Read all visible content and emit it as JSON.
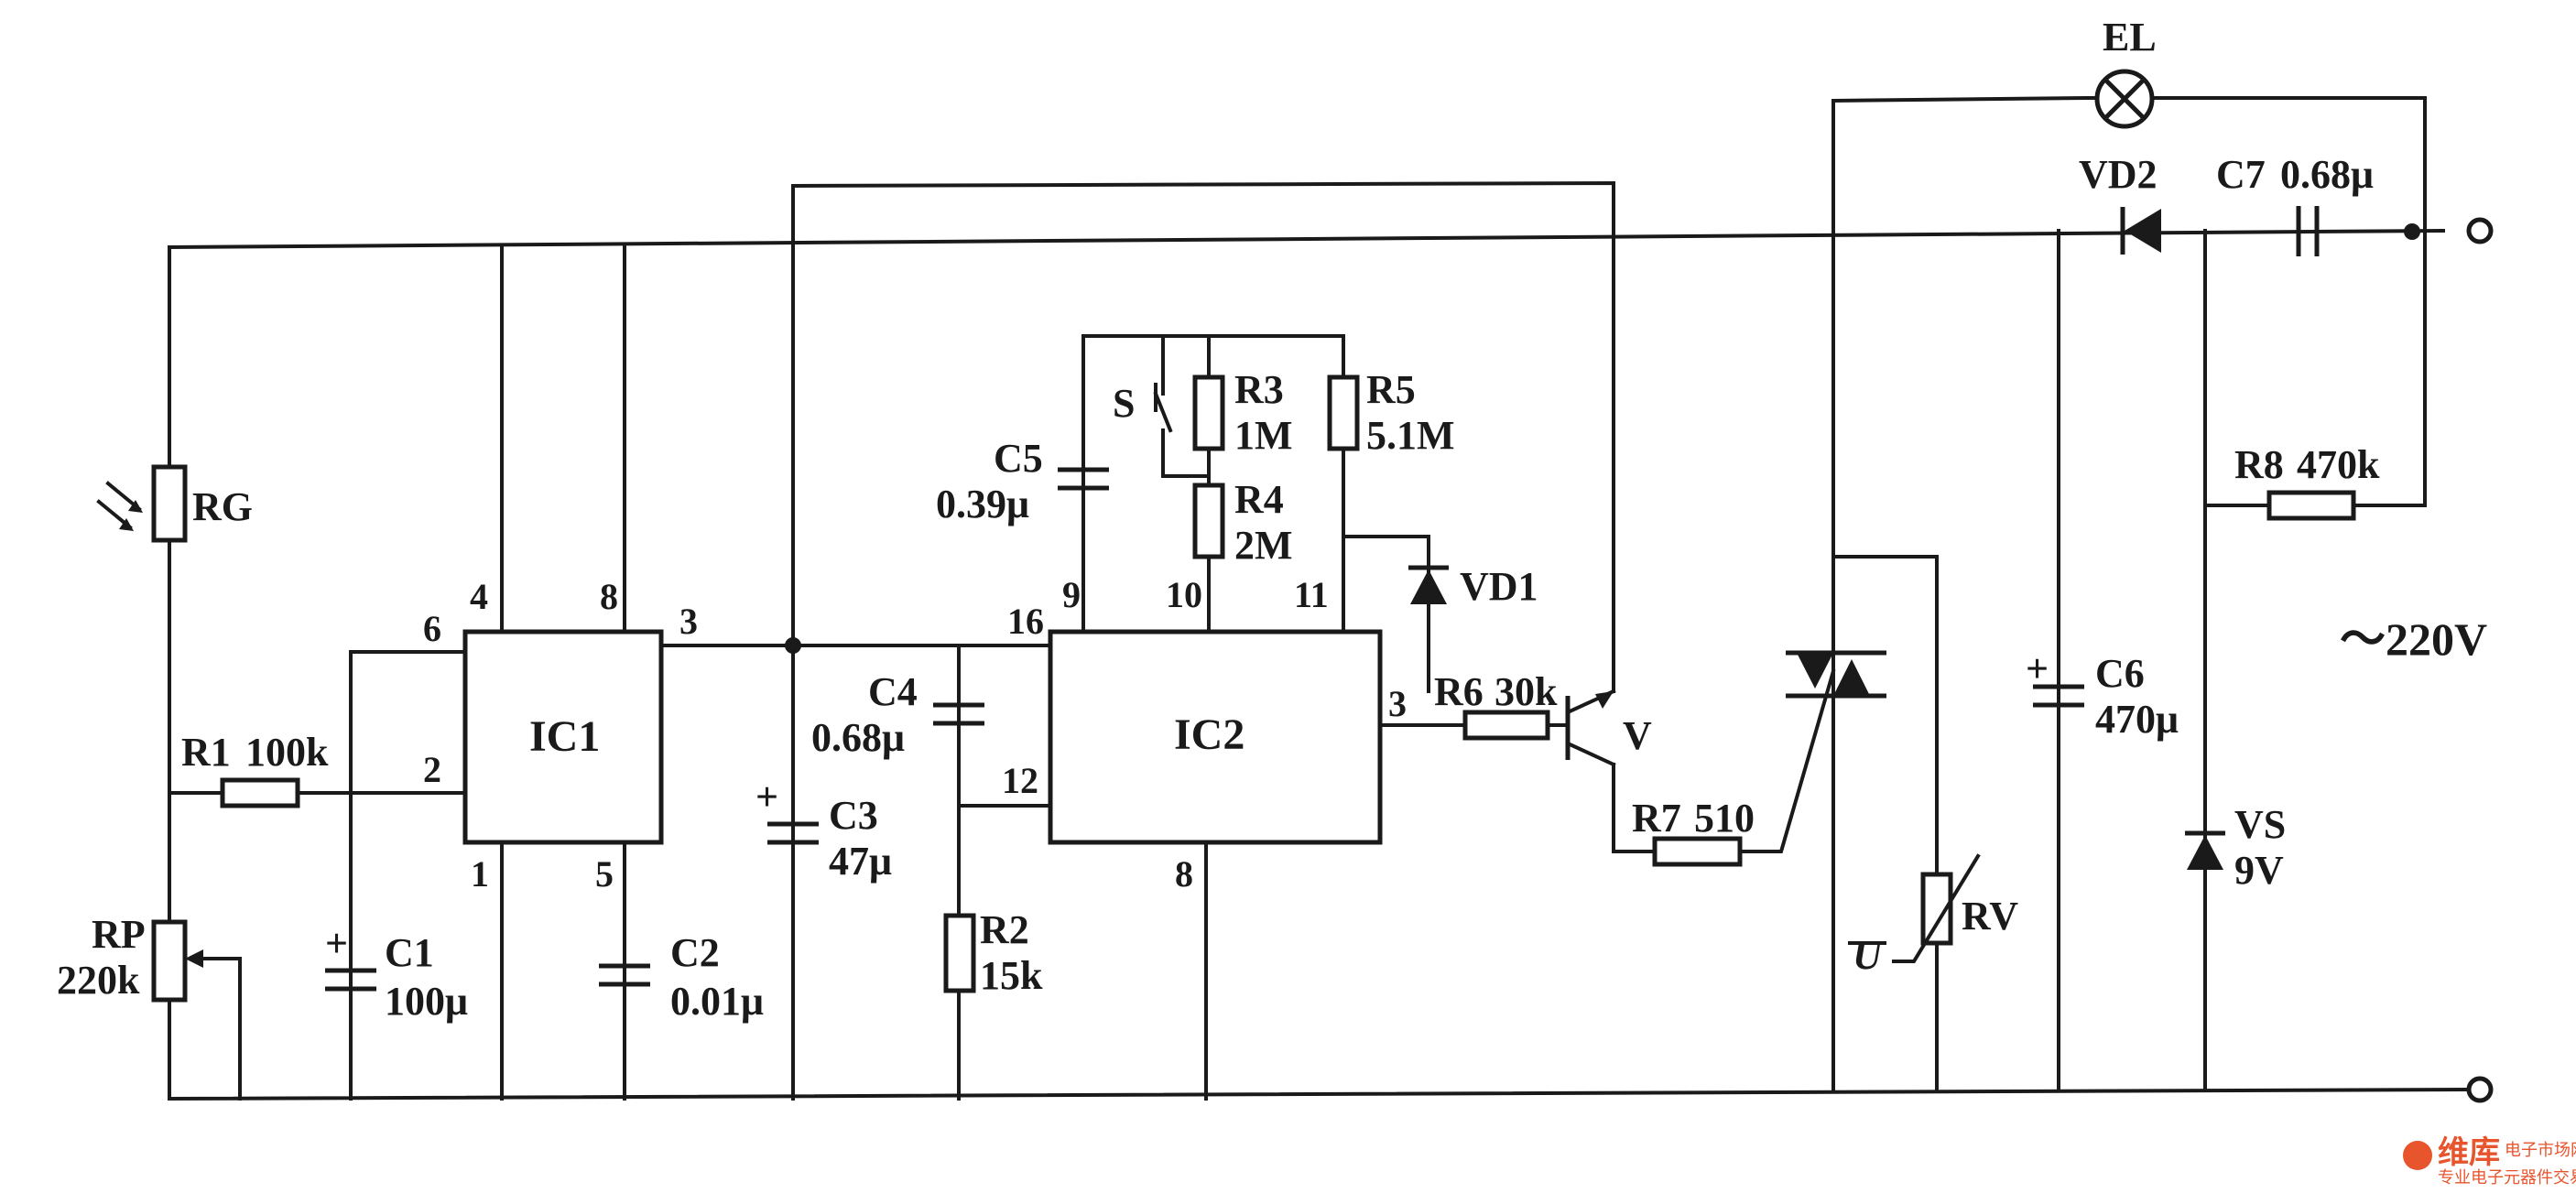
{
  "components": {
    "rg": "RG",
    "r1": "R1",
    "r1_value": "100k",
    "rp": "RP",
    "rp_value": "220k",
    "c1": "C1",
    "c1_value": "100μ",
    "c2": "C2",
    "c2_value": "0.01μ",
    "c3": "C3",
    "c3_value": "47μ",
    "c4": "C4",
    "c4_value": "0.68μ",
    "c5": "C5",
    "c5_value": "0.39μ",
    "c6": "C6",
    "c6_value": "470μ",
    "c7": "C7",
    "c7_value": "0.68μ",
    "r2": "R2",
    "r2_value": "15k",
    "r3": "R3",
    "r3_value": "1M",
    "r4": "R4",
    "r4_value": "2M",
    "r5": "R5",
    "r5_value": "5.1M",
    "r6": "R6",
    "r6_value": "30k",
    "r7": "R7",
    "r7_value": "510",
    "r8": "R8",
    "r8_value": "470k",
    "s": "S",
    "vd1": "VD1",
    "vd2": "VD2",
    "vs": "VS",
    "vs_value": "9V",
    "v": "V",
    "el": "EL",
    "rv": "RV",
    "u": "U",
    "ic1": "IC1",
    "ic2": "IC2"
  },
  "pins": {
    "ic1_4": "4",
    "ic1_8": "8",
    "ic1_3": "3",
    "ic1_6": "6",
    "ic1_2": "2",
    "ic1_1": "1",
    "ic1_5": "5",
    "ic2_16": "16",
    "ic2_9": "9",
    "ic2_10": "10",
    "ic2_11": "11",
    "ic2_12": "12",
    "ic2_3": "3",
    "ic2_8": "8"
  },
  "supply": "～220V",
  "watermark": {
    "brand": "维库",
    "site": "电子市场网",
    "tagline": "专业电子元器件交易网站"
  }
}
